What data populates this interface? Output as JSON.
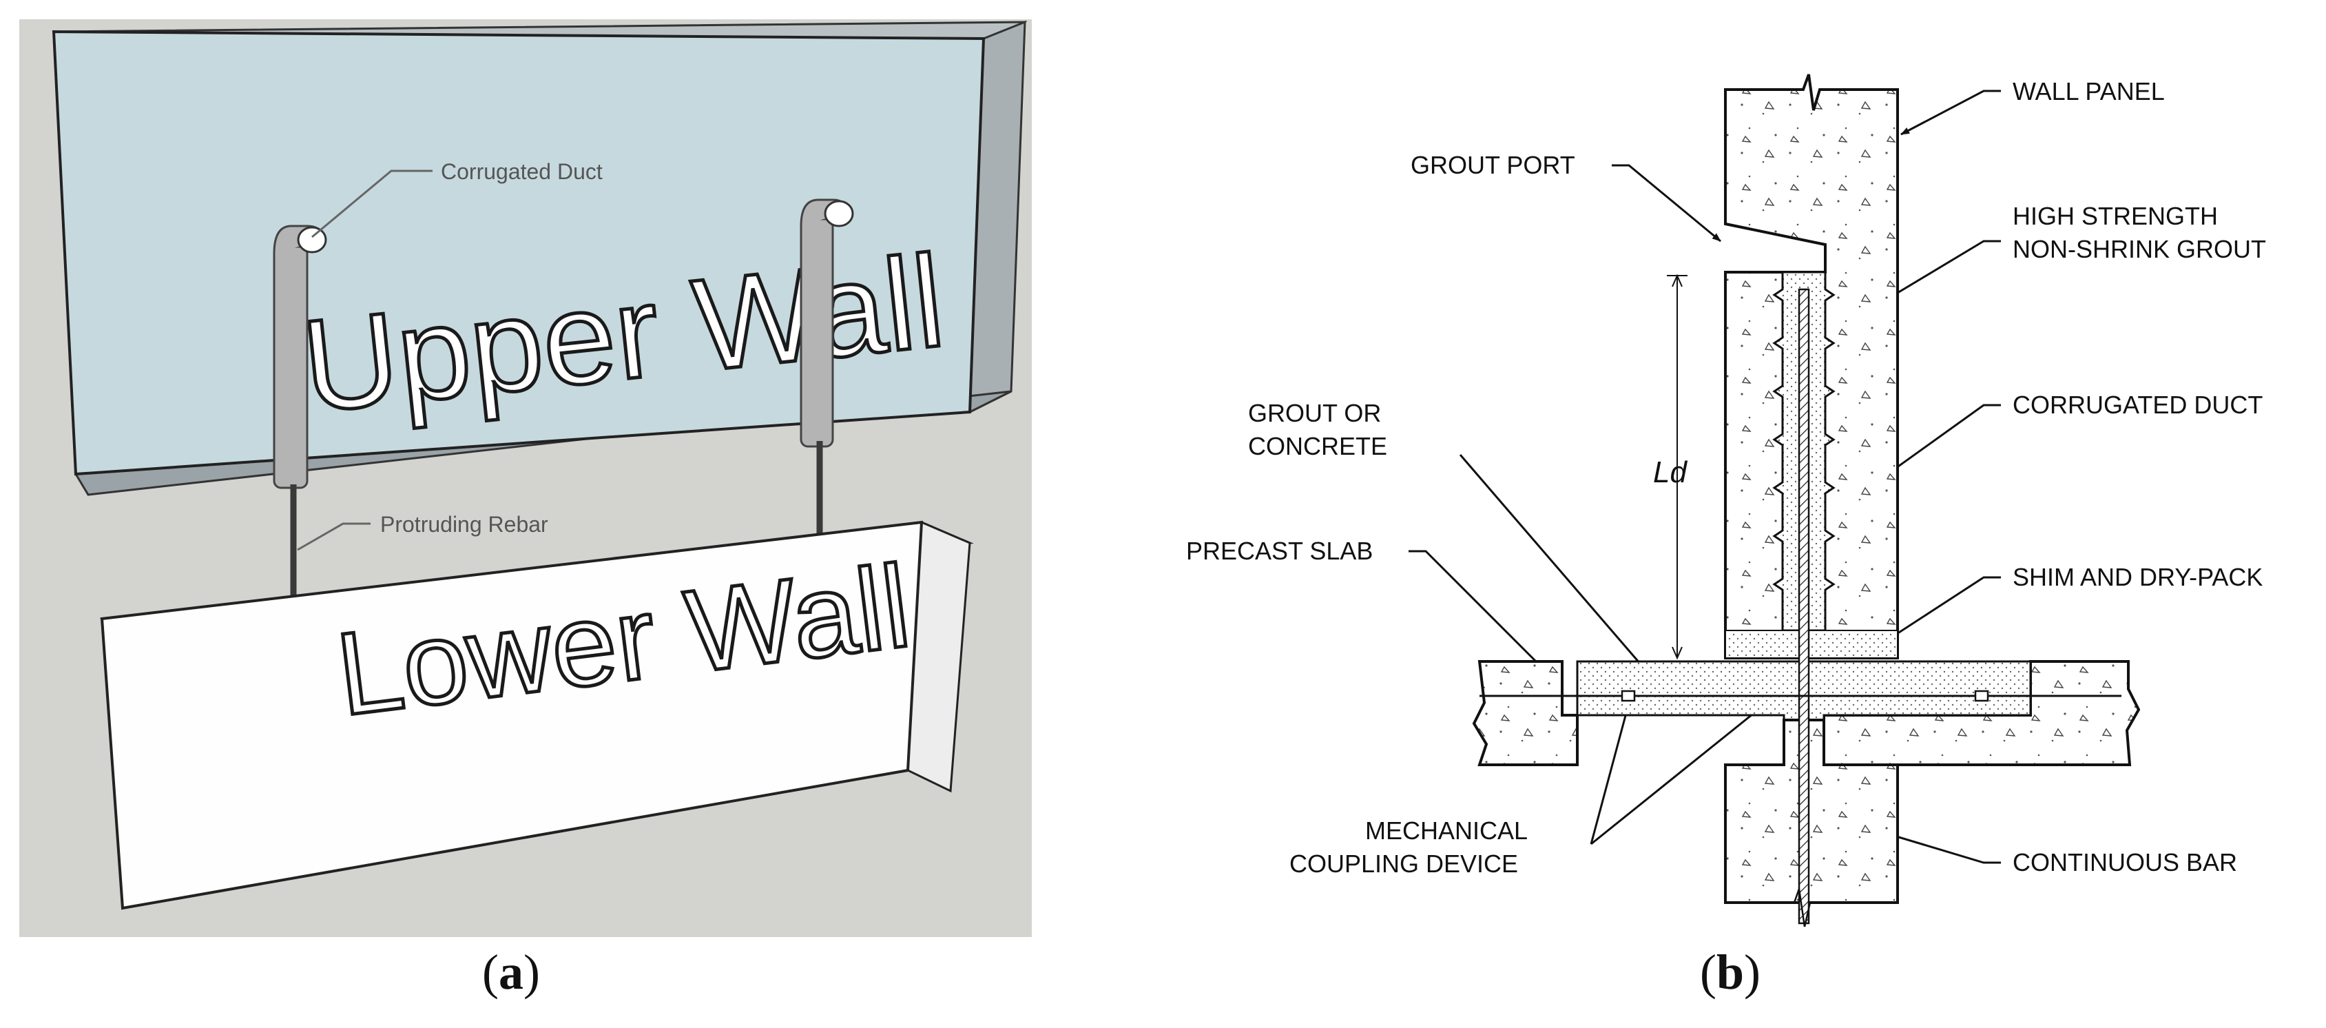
{
  "panel_a": {
    "upper_wall_label": "Upper Wall",
    "lower_wall_label": "Lower Wall",
    "callout_duct": "Corrugated Duct",
    "callout_rebar": "Protruding Rebar",
    "caption_prefix": "(",
    "caption_letter": "a",
    "caption_suffix": ")"
  },
  "panel_b": {
    "labels": {
      "wall_panel": "WALL PANEL",
      "grout_port": "GROUT PORT",
      "high_strength_line1": "HIGH STRENGTH",
      "high_strength_line2": "NON-SHRINK GROUT",
      "grout_or_line1": "GROUT OR",
      "grout_or_line2": "CONCRETE",
      "corrugated_duct": "CORRUGATED DUCT",
      "ld": "Ld",
      "precast_slab": "PRECAST SLAB",
      "shim_dry_pack": "SHIM AND DRY-PACK",
      "mechanical_line1": "MECHANICAL",
      "mechanical_line2": "COUPLING DEVICE",
      "continuous_bar": "CONTINUOUS BAR"
    },
    "caption_prefix": "(",
    "caption_letter": "b",
    "caption_suffix": ")"
  }
}
